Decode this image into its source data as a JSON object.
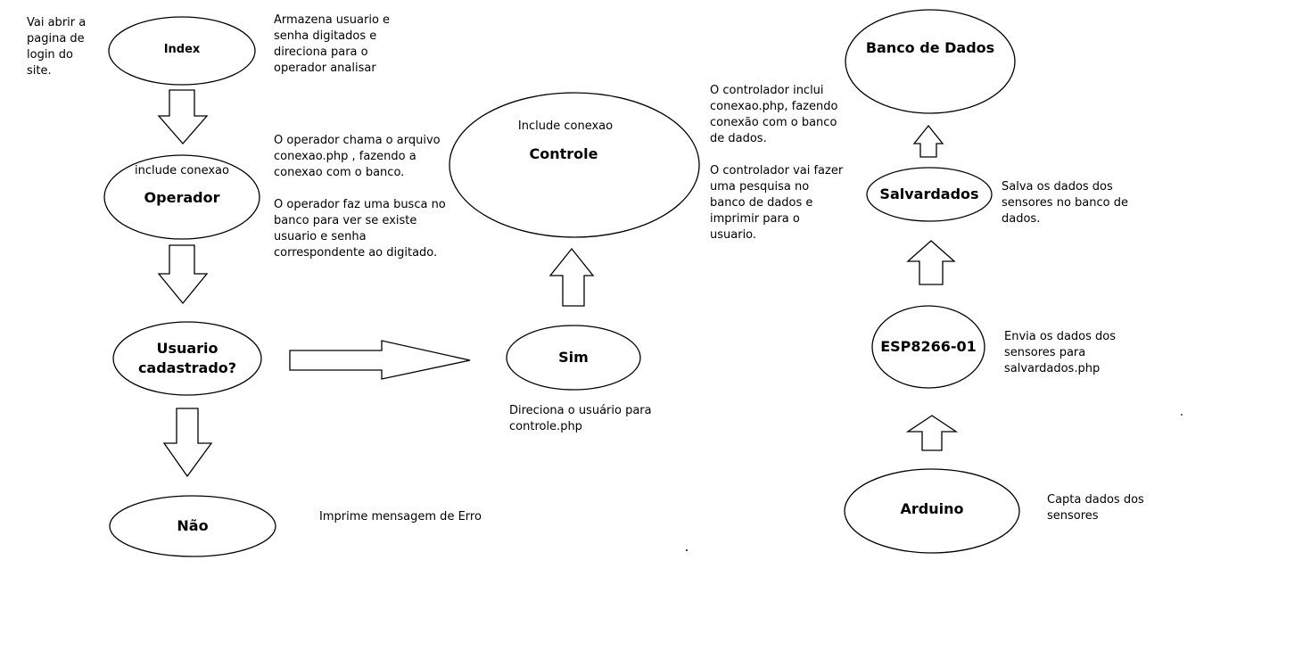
{
  "nodes": {
    "index": {
      "label": "Index"
    },
    "operador": {
      "include": "include conexao",
      "label": "Operador"
    },
    "usuario_cadastrado": {
      "label": "Usuario\ncadastrado?"
    },
    "nao": {
      "label": "Não"
    },
    "sim": {
      "label": "Sim"
    },
    "controle": {
      "include": "Include conexao",
      "label": "Controle"
    },
    "banco_de_dados": {
      "label": "Banco de Dados"
    },
    "salvardados": {
      "label": "Salvardados"
    },
    "esp8266": {
      "label": "ESP8266-01"
    },
    "arduino": {
      "label": "Arduino"
    }
  },
  "notes": {
    "index_left": "Vai abrir a\npagina de\nlogin do\nsite.",
    "index_right": "Armazena usuario e\nsenha digitados e\ndireciona para o\noperador analisar",
    "operador": " O operador chama o arquivo\nconexao.php , fazendo a\nconexao com o banco.\n\nO operador faz uma busca no\nbanco para ver se existe\nusuario e senha\ncorrespondente ao digitado.",
    "nao": "Imprime mensagem de Erro",
    "sim": "Direciona o usuário para\ncontrole.php",
    "controle": "O controlador inclui\nconexao.php, fazendo\nconexão com o banco\nde dados.\n\nO controlador vai fazer\numa pesquisa no\nbanco de dados e\nimprimir para o\nusuario.",
    "salvardados": "Salva os dados dos\nsensores no banco de\ndados.",
    "esp8266": "Envia os dados dos\nsensores para\nsalvardados.php",
    "arduino": "Capta dados dos sensores"
  }
}
